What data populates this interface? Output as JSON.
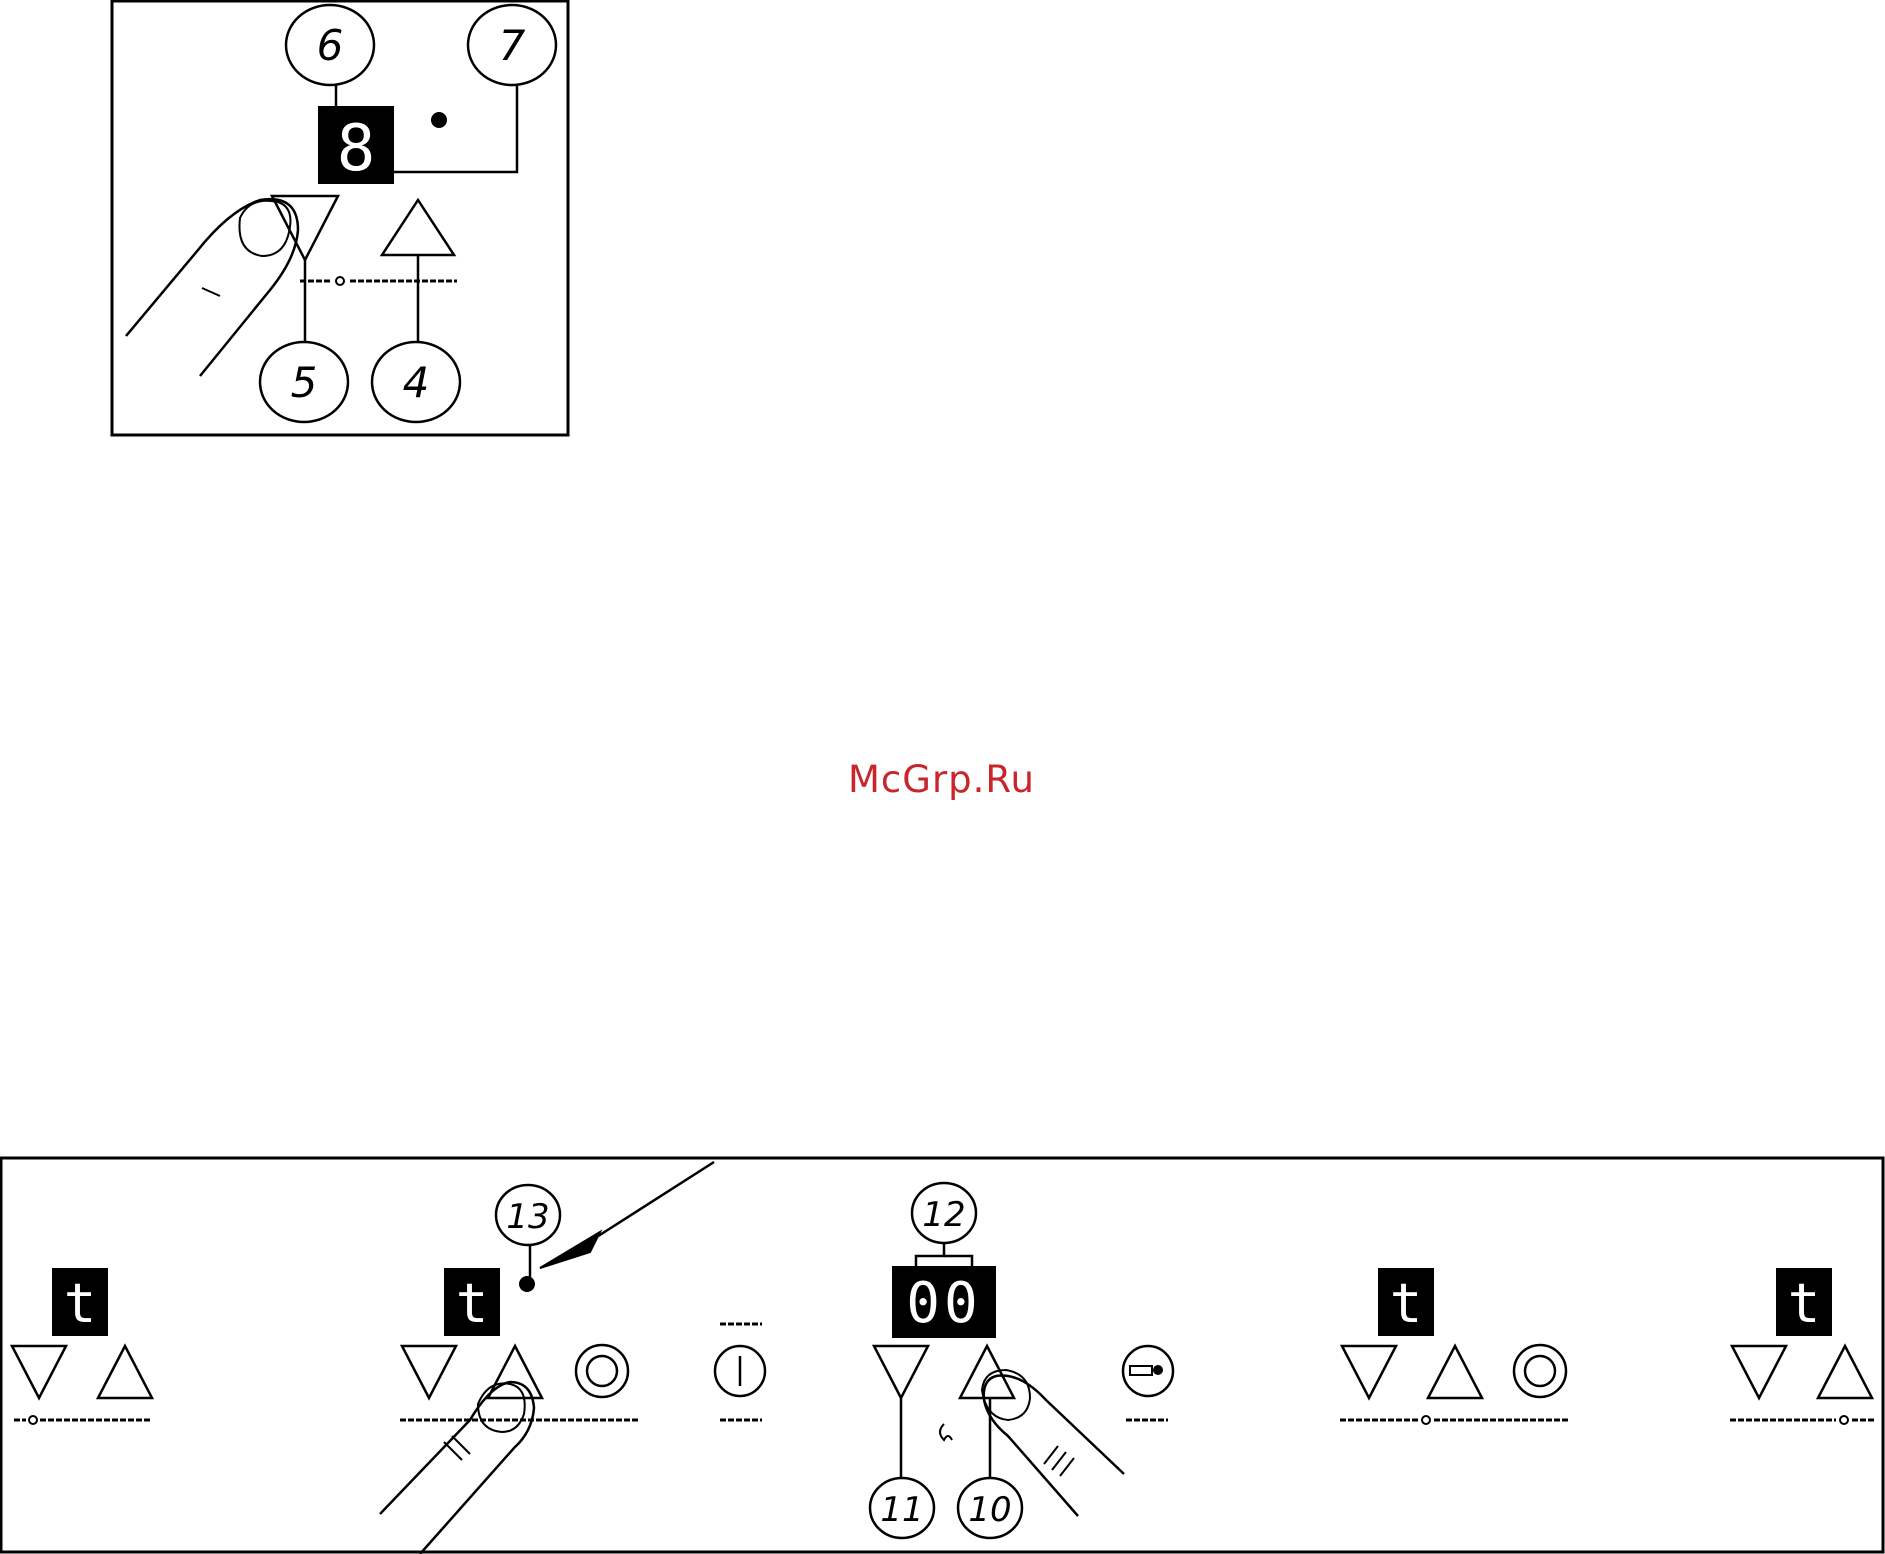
{
  "watermark": "McGrp.Ru",
  "figure_top": {
    "callouts": {
      "c4": "4",
      "c5": "5",
      "c6": "6",
      "c7": "7"
    },
    "display_digit": "8"
  },
  "figure_bottom": {
    "callouts": {
      "c10": "10",
      "c11": "11",
      "c12": "12",
      "c13": "13"
    },
    "zone_display": "t",
    "timer_display": "00"
  }
}
